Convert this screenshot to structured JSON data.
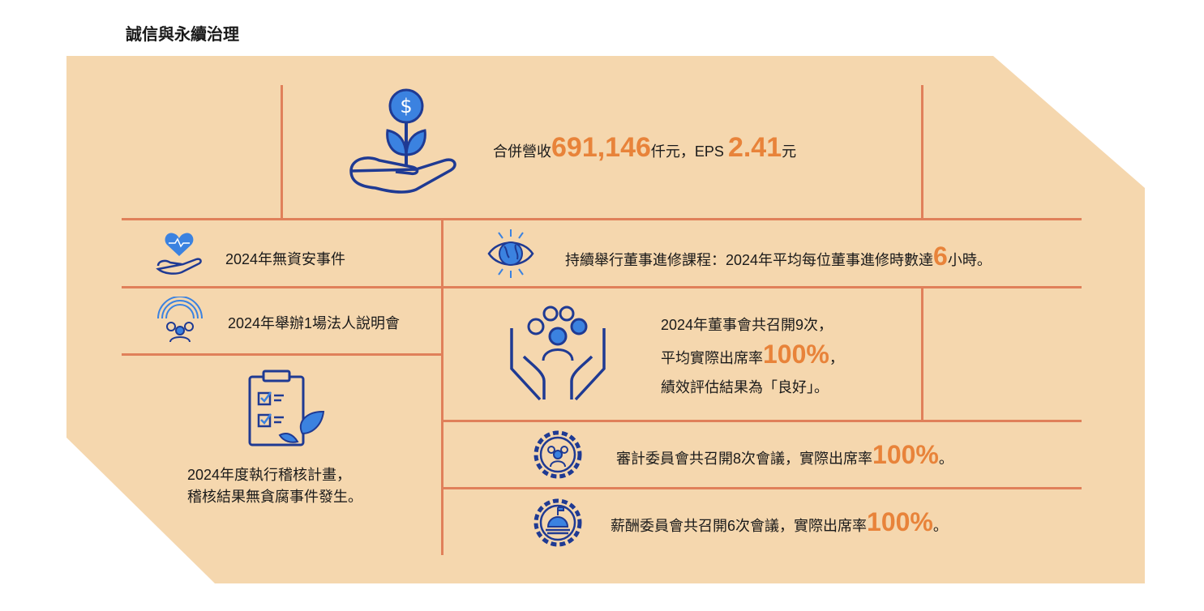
{
  "title": "誠信與永續治理",
  "revenue": {
    "prefix": "合併營收",
    "value": "691,146",
    "unit": "仟元，EPS ",
    "eps": "2.41",
    "eps_unit": "元"
  },
  "infosec": "2024年無資安事件",
  "investor": "2024年舉辦1場法人說明會",
  "audit": {
    "line1": "2024年度執行稽核計畫，",
    "line2": "稽核結果無貪腐事件發生。"
  },
  "training": {
    "text": "持續舉行董事進修課程：2024年平均每位董事進修時數達",
    "value": "6",
    "suffix": "小時。"
  },
  "board": {
    "line1": "2024年董事會共召開9次，",
    "line2_prefix": "平均實際出席率",
    "line2_value": "100%",
    "line2_suffix": "，",
    "line3": "績效評估結果為「良好」。"
  },
  "audit_committee": {
    "text": "審計委員會共召開8次會議，實際出席率",
    "value": "100%",
    "suffix": "。"
  },
  "comp_committee": {
    "text": "薪酬委員會共召開6次會議，實際出席率",
    "value": "100%",
    "suffix": "。"
  },
  "colors": {
    "bg": "#f5d7ae",
    "line": "#e0805a",
    "accent": "#e8833a",
    "navy": "#1f3a93",
    "blue": "#3b82e0"
  }
}
